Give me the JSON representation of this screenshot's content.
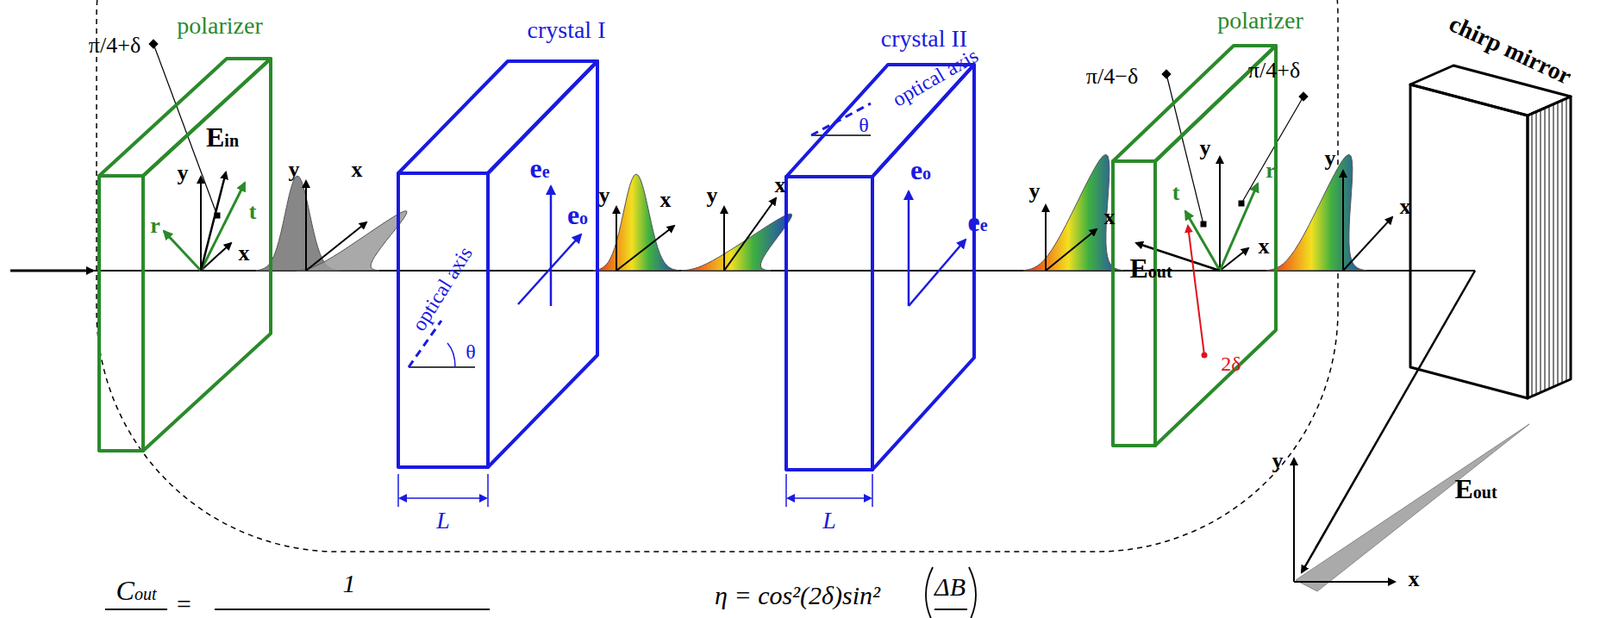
{
  "diagram": {
    "nodes": [
      {
        "text": [
          "polarizer"
        ]
      },
      {
        "text": [
          "crystal I"
        ]
      },
      {
        "text": [
          "crystal II"
        ]
      },
      {
        "text": [
          "polarizer"
        ]
      },
      {
        "text": [
          "chirp mirror"
        ]
      }
    ],
    "labels": [
      "π/4+δ",
      "Ein",
      "y",
      "x",
      "r",
      "t",
      "y",
      "x",
      "optical axis",
      "θ",
      "ee",
      "eo",
      "L",
      "y",
      "x",
      "y",
      "x",
      "optical axis",
      "θ",
      "eo",
      "ee",
      "L",
      "y",
      "x",
      "π/4−δ",
      "π/4+δ",
      "y",
      "x",
      "t",
      "r",
      "Eout",
      "2δ",
      "y",
      "x",
      "y",
      "x",
      "Eout",
      "Cout",
      "=",
      "1",
      "η = cos²(2δ)sin²",
      "ΔB"
    ]
  }
}
